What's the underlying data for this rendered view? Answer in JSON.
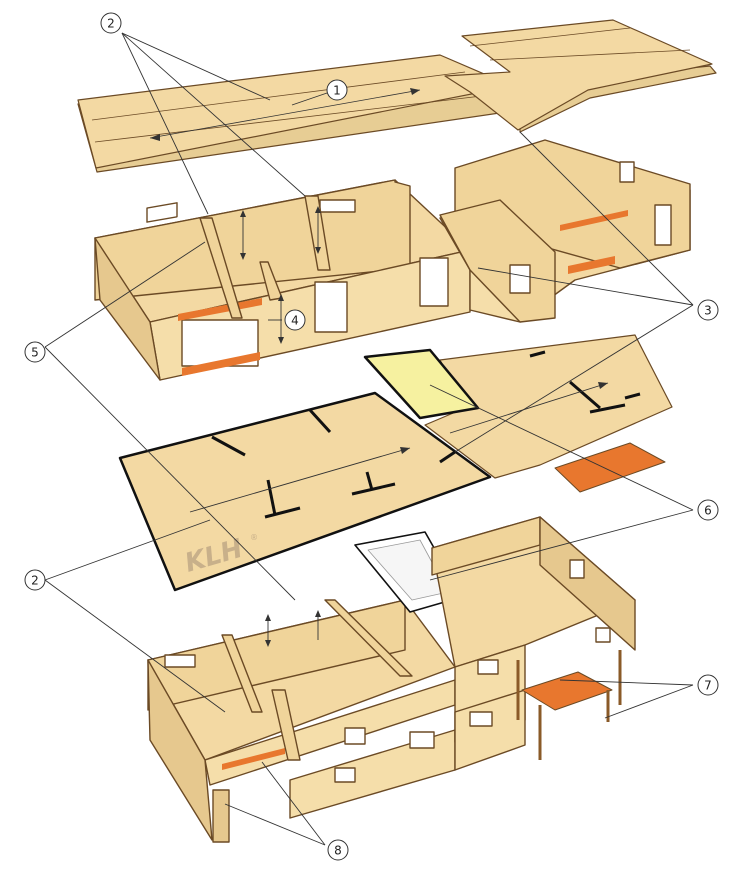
{
  "diagram": {
    "callouts": [
      "1",
      "2",
      "3",
      "4",
      "5",
      "6",
      "7",
      "8"
    ],
    "logo": "KLH",
    "logo_mark": "®"
  },
  "colors": {
    "panel_face": "#f3d9a3",
    "panel_side": "#e2c48a",
    "panel_edge": "#6b4a25",
    "opening": "#ffffff",
    "lintel": "#e8772e",
    "stair_shaft": "#f6f1a0",
    "slot": "#111111",
    "leader": "#333333"
  }
}
